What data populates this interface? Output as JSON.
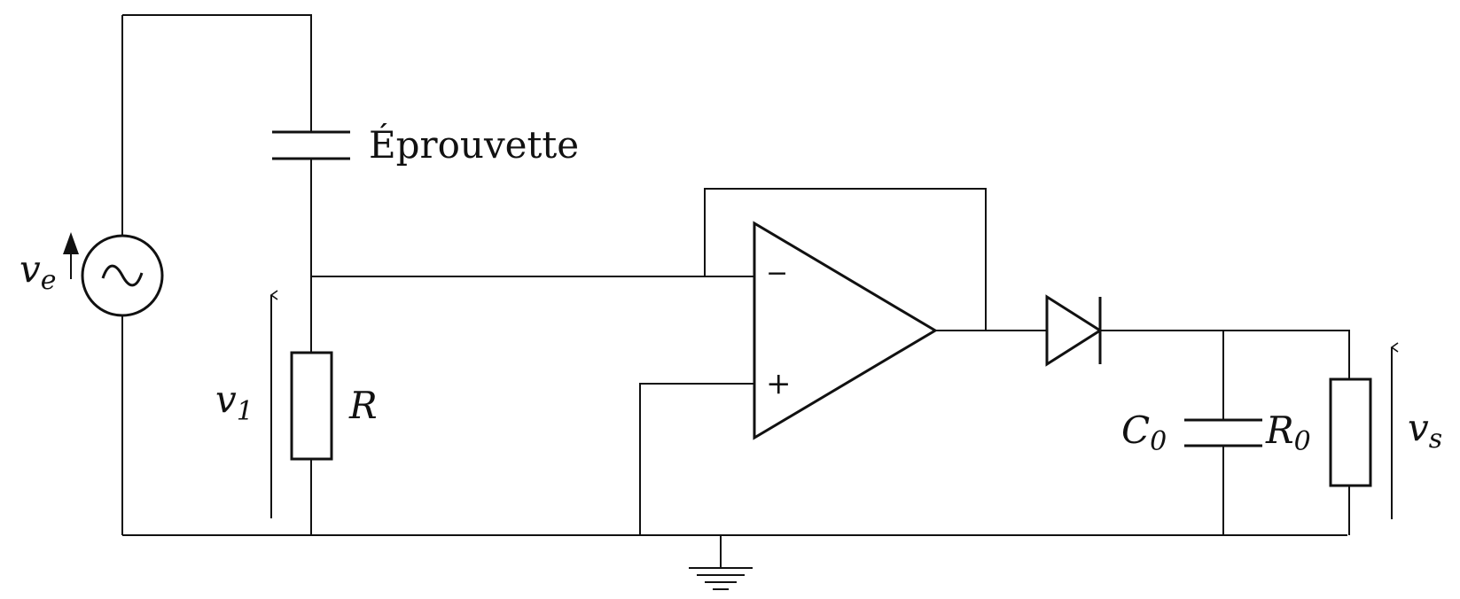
{
  "diagram": {
    "specimen_label": "Éprouvette",
    "source_label": {
      "main": "v",
      "sub": "e"
    },
    "v1_label": {
      "main": "v",
      "sub": "1"
    },
    "resistor_R_label": "R",
    "opamp_minus": "−",
    "opamp_plus": "+",
    "capacitor_C0_label": {
      "main": "C",
      "sub": "0"
    },
    "resistor_R0_label": {
      "main": "R",
      "sub": "0"
    },
    "vs_label": {
      "main": "v",
      "sub": "s"
    }
  }
}
